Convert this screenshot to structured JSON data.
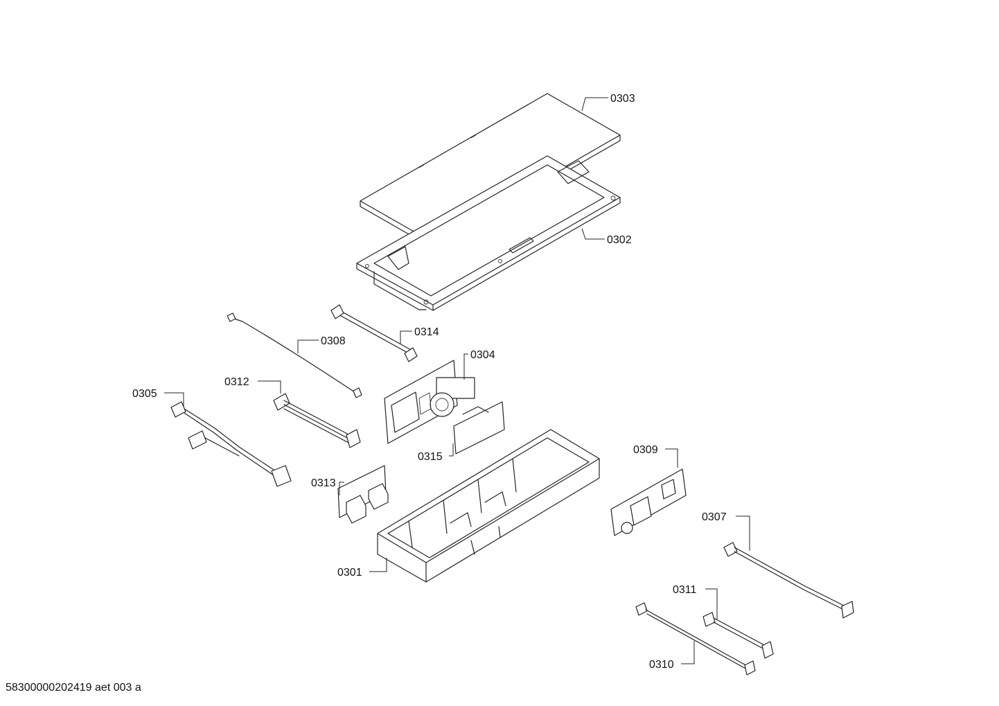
{
  "parts": [
    {
      "id": "cover",
      "label": "0303"
    },
    {
      "id": "tray",
      "label": "0302"
    },
    {
      "id": "cable-top",
      "label": "0314"
    },
    {
      "id": "cable-long",
      "label": "0308"
    },
    {
      "id": "board-main",
      "label": "0304"
    },
    {
      "id": "cable-flat",
      "label": "0312"
    },
    {
      "id": "cable-split",
      "label": "0305"
    },
    {
      "id": "board-small",
      "label": "0315"
    },
    {
      "id": "board-side",
      "label": "0309"
    },
    {
      "id": "board-left",
      "label": "0313"
    },
    {
      "id": "housing",
      "label": "0301"
    },
    {
      "id": "cable-right",
      "label": "0307"
    },
    {
      "id": "cable-mid",
      "label": "0311"
    },
    {
      "id": "cable-bottom",
      "label": "0310"
    }
  ],
  "footer": "58300000202419 aet 003 a"
}
